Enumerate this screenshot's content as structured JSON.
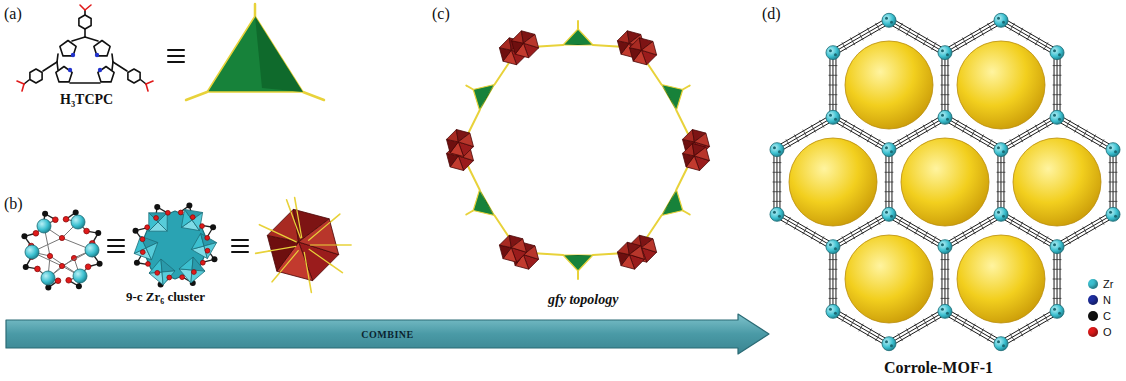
{
  "diagram": {
    "nodes": [
      {
        "text": [
          "COMBINE"
        ]
      }
    ],
    "labels": [
      "(a)",
      "H₃TCPC",
      "(b)",
      "9-c Zr₆ cluster",
      "(c)",
      "gfy topology",
      "(d)",
      "Corrole-MOF-1"
    ],
    "legend": [
      {
        "text": "Zr",
        "color": "#3cc0d0"
      },
      {
        "text": "N",
        "color": "#1f2fa0"
      },
      {
        "text": "C",
        "color": "#111111"
      },
      {
        "text": "O",
        "color": "#e01a1a"
      }
    ]
  }
}
